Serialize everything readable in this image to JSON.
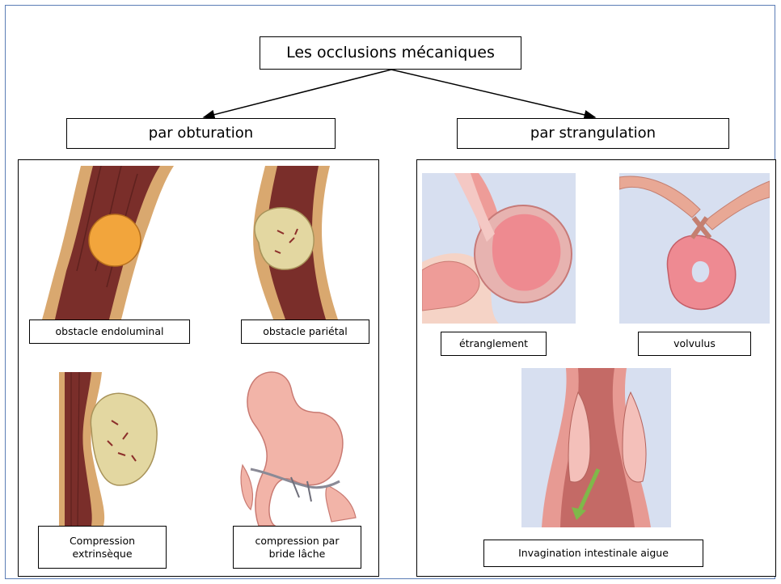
{
  "title": "Les occlusions  mécaniques",
  "categories": {
    "obturation": "par obturation",
    "strangulation": "par strangulation"
  },
  "obturation_items": {
    "endoluminal": "obstacle endoluminal",
    "parietal": "obstacle pariétal",
    "extrinseque": "Compression extrinsèque",
    "bride": "compression par bride lâche"
  },
  "strangulation_items": {
    "etranglement": "étranglement",
    "volvulus": "volvulus",
    "invagination": "Invagination intestinale aigue"
  },
  "colors": {
    "frame_border": "#5b7db5",
    "bowel_wall": "#d9a86f",
    "bowel_lumen": "#7a2e2a",
    "intestine_pink": "#ee9c98",
    "background_blue": "#d7dff0",
    "stone_orange": "#f2a53c",
    "tumor_yellow": "#e3d7a1",
    "arrow_green": "#7fb84a"
  }
}
